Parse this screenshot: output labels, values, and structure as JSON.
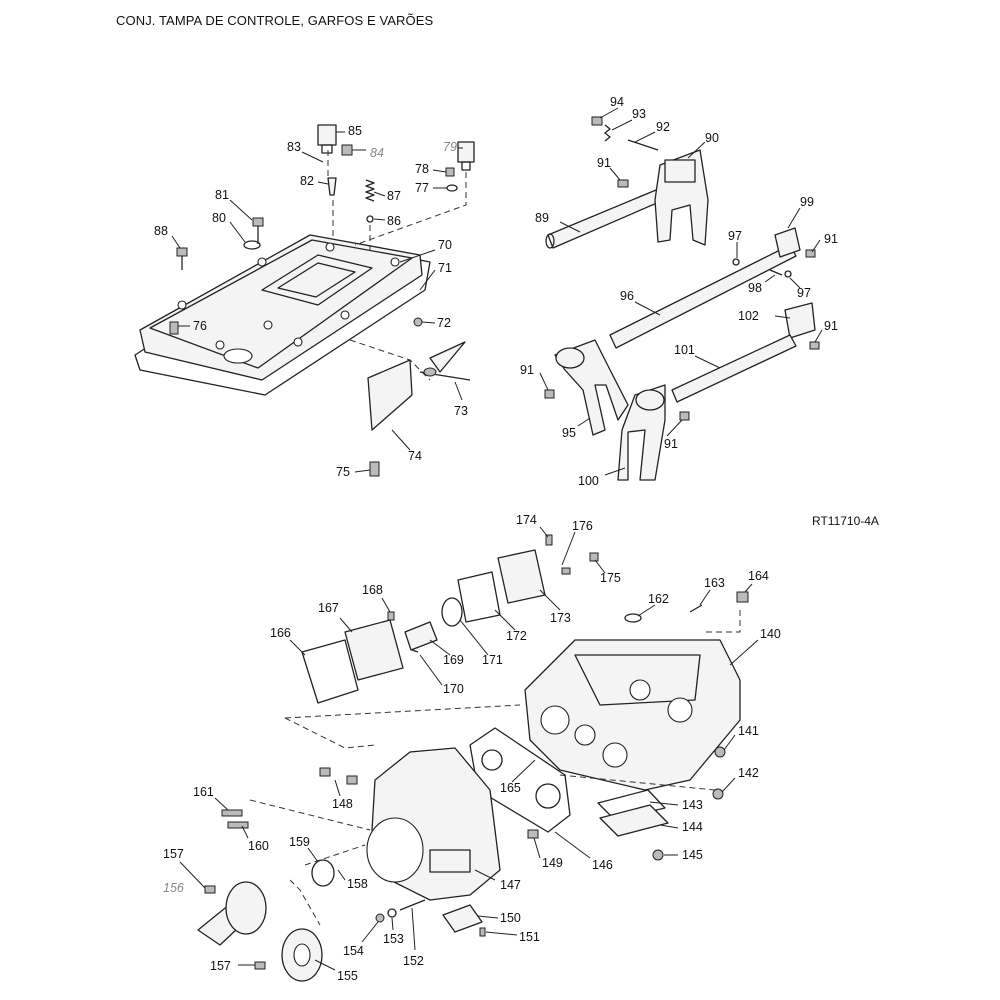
{
  "title": "CONJ. TAMPA DE CONTROLE, GARFOS E VARÕES",
  "reference_code": "RT11710-4A",
  "callouts": [
    {
      "label": "94",
      "style": "normal"
    },
    {
      "label": "93",
      "style": "normal"
    },
    {
      "label": "92",
      "style": "normal"
    },
    {
      "label": "90",
      "style": "normal"
    },
    {
      "label": "91",
      "style": "normal"
    },
    {
      "label": "89",
      "style": "normal"
    },
    {
      "label": "99",
      "style": "normal"
    },
    {
      "label": "97",
      "style": "normal"
    },
    {
      "label": "91",
      "style": "normal"
    },
    {
      "label": "96",
      "style": "normal"
    },
    {
      "label": "98",
      "style": "normal"
    },
    {
      "label": "97",
      "style": "normal"
    },
    {
      "label": "102",
      "style": "normal"
    },
    {
      "label": "91",
      "style": "normal"
    },
    {
      "label": "101",
      "style": "normal"
    },
    {
      "label": "91",
      "style": "normal"
    },
    {
      "label": "95",
      "style": "normal"
    },
    {
      "label": "91",
      "style": "normal"
    },
    {
      "label": "100",
      "style": "normal"
    },
    {
      "label": "85",
      "style": "normal"
    },
    {
      "label": "83",
      "style": "normal"
    },
    {
      "label": "84",
      "style": "gray"
    },
    {
      "label": "79",
      "style": "gray"
    },
    {
      "label": "78",
      "style": "normal"
    },
    {
      "label": "77",
      "style": "normal"
    },
    {
      "label": "82",
      "style": "normal"
    },
    {
      "label": "87",
      "style": "normal"
    },
    {
      "label": "81",
      "style": "normal"
    },
    {
      "label": "86",
      "style": "normal"
    },
    {
      "label": "80",
      "style": "normal"
    },
    {
      "label": "88",
      "style": "normal"
    },
    {
      "label": "70",
      "style": "normal"
    },
    {
      "label": "71",
      "style": "normal"
    },
    {
      "label": "76",
      "style": "normal"
    },
    {
      "label": "72",
      "style": "normal"
    },
    {
      "label": "73",
      "style": "normal"
    },
    {
      "label": "74",
      "style": "normal"
    },
    {
      "label": "75",
      "style": "normal"
    },
    {
      "label": "174",
      "style": "normal"
    },
    {
      "label": "176",
      "style": "normal"
    },
    {
      "label": "175",
      "style": "normal"
    },
    {
      "label": "168",
      "style": "normal"
    },
    {
      "label": "163",
      "style": "normal"
    },
    {
      "label": "164",
      "style": "normal"
    },
    {
      "label": "167",
      "style": "normal"
    },
    {
      "label": "162",
      "style": "normal"
    },
    {
      "label": "166",
      "style": "normal"
    },
    {
      "label": "172",
      "style": "normal"
    },
    {
      "label": "173",
      "style": "normal"
    },
    {
      "label": "169",
      "style": "normal"
    },
    {
      "label": "171",
      "style": "normal"
    },
    {
      "label": "140",
      "style": "normal"
    },
    {
      "label": "170",
      "style": "normal"
    },
    {
      "label": "141",
      "style": "normal"
    },
    {
      "label": "142",
      "style": "normal"
    },
    {
      "label": "165",
      "style": "normal"
    },
    {
      "label": "161",
      "style": "normal"
    },
    {
      "label": "148",
      "style": "normal"
    },
    {
      "label": "143",
      "style": "normal"
    },
    {
      "label": "144",
      "style": "normal"
    },
    {
      "label": "160",
      "style": "normal"
    },
    {
      "label": "159",
      "style": "normal"
    },
    {
      "label": "149",
      "style": "normal"
    },
    {
      "label": "146",
      "style": "normal"
    },
    {
      "label": "145",
      "style": "normal"
    },
    {
      "label": "157",
      "style": "normal"
    },
    {
      "label": "158",
      "style": "normal"
    },
    {
      "label": "147",
      "style": "normal"
    },
    {
      "label": "156",
      "style": "gray"
    },
    {
      "label": "150",
      "style": "normal"
    },
    {
      "label": "151",
      "style": "normal"
    },
    {
      "label": "154",
      "style": "normal"
    },
    {
      "label": "153",
      "style": "normal"
    },
    {
      "label": "152",
      "style": "normal"
    },
    {
      "label": "157",
      "style": "normal"
    },
    {
      "label": "155",
      "style": "normal"
    }
  ]
}
